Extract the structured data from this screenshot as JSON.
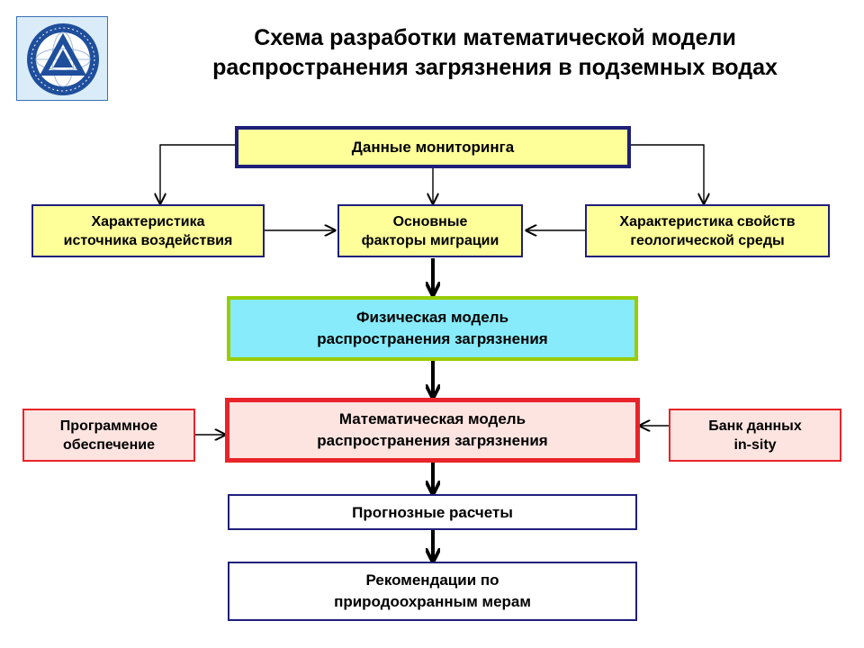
{
  "header": {
    "title_line1": "Схема разработки математической модели",
    "title_line2": "распространения загрязнения в подземных водах"
  },
  "logo": {
    "icon": "institute-globe-logo"
  },
  "nodes": {
    "monitoring": "Данные мониторинга",
    "source": "Характеристика\nисточника воздействия",
    "factors": "Основные\nфакторы миграции",
    "geology": "Характеристика свойств\nгеологической среды",
    "physical_model": "Физическая модель\nраспространения загрязнения",
    "software": "Программное\nобеспечение",
    "math_model": "Математическая модель\nраспространения загрязнения",
    "databank": "Банк данных\nin-sity",
    "forecast": "Прогнозные расчеты",
    "recommendations": "Рекомендации по\nприродоохранным мерам"
  },
  "colors": {
    "yellow_fill": "#ffff99",
    "navy_border": "#1f1f7a",
    "cyan_fill": "#87ebfb",
    "green_border": "#99cc00",
    "pink_fill": "#fde4e0",
    "red_border": "#e8242a"
  }
}
